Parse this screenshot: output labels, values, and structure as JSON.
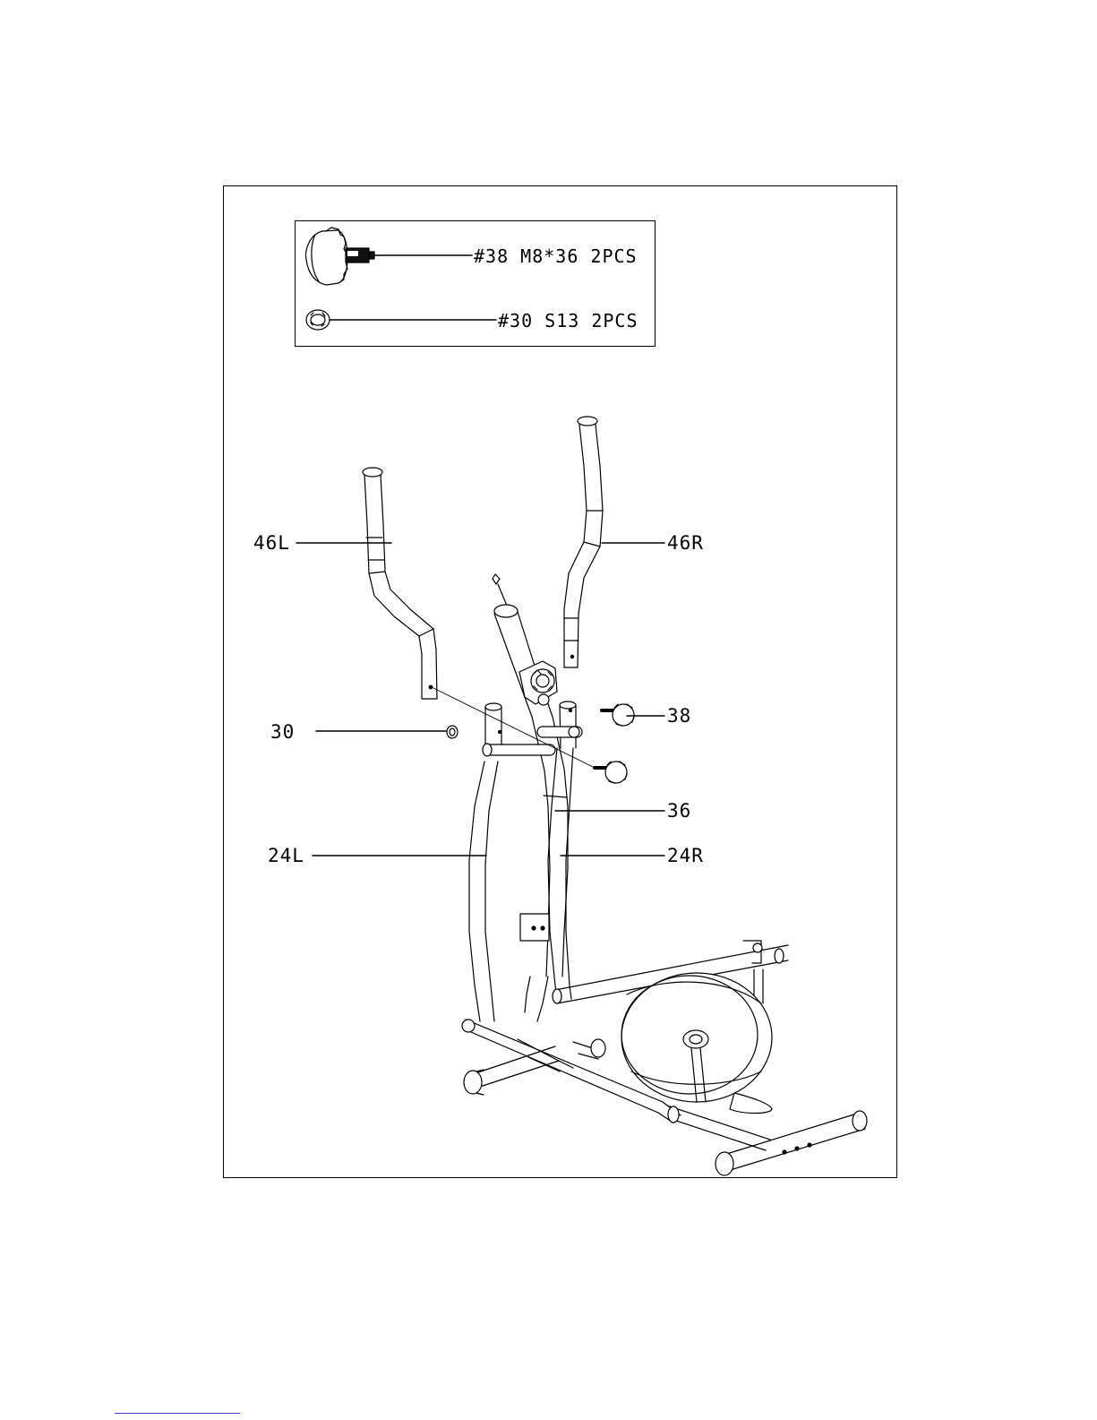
{
  "hardware": [
    {
      "id": "bolt",
      "label": "#38 M8*36 2PCS",
      "icon": "knob-bolt-icon"
    },
    {
      "id": "washer",
      "label": "#30 S13 2PCS",
      "icon": "washer-icon"
    }
  ],
  "callouts": {
    "handle_left": "46L",
    "handle_right": "46R",
    "knob": "38",
    "washer": "30",
    "upright": "36",
    "arm_left": "24L",
    "arm_right": "24R"
  }
}
